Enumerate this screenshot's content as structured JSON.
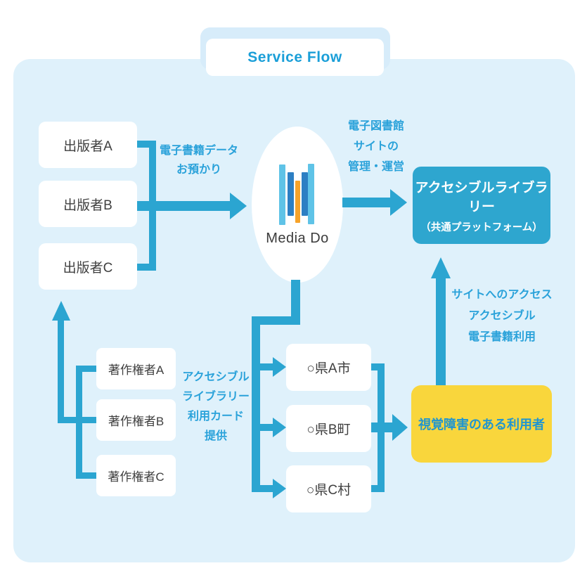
{
  "title": "Service Flow",
  "colors": {
    "panel": "#DFF1FB",
    "tab": "#D7ECFA",
    "teal": "#2BA5D1",
    "label_blue": "#2AA2DA",
    "box_blue": "#2EA6CF",
    "yellow": "#F9D63C",
    "yellow_text_blue": "#2196CF",
    "dark_text": "#3F3F3F",
    "title_blue": "#1B9FD8",
    "logo_light_blue": "#5FC3E7",
    "logo_blue": "#2D7FC3",
    "logo_orange": "#F7A329"
  },
  "publishers": [
    "出版者A",
    "出版者B",
    "出版者C"
  ],
  "copyright_holders": [
    "著作権者A",
    "著作権者B",
    "著作権者C"
  ],
  "municipalities": [
    "○県A市",
    "○県B町",
    "○県C村"
  ],
  "media_do": {
    "name": "Media Do"
  },
  "accessible_library": {
    "title": "アクセシブルライブラリー",
    "subtitle": "（共通プラットフォーム）"
  },
  "users": {
    "label": "視覚障害のある利用者"
  },
  "flow_labels": {
    "ebook_deposit": [
      "電子書籍データ",
      "お預かり"
    ],
    "site_management": [
      "電子図書館",
      "サイトの",
      "管理・運営"
    ],
    "card_provision": [
      "アクセシブル",
      "ライブラリー",
      "利用カード",
      "提供"
    ],
    "site_access": [
      "サイトへのアクセス",
      "アクセシブル",
      "電子書籍利用"
    ]
  }
}
